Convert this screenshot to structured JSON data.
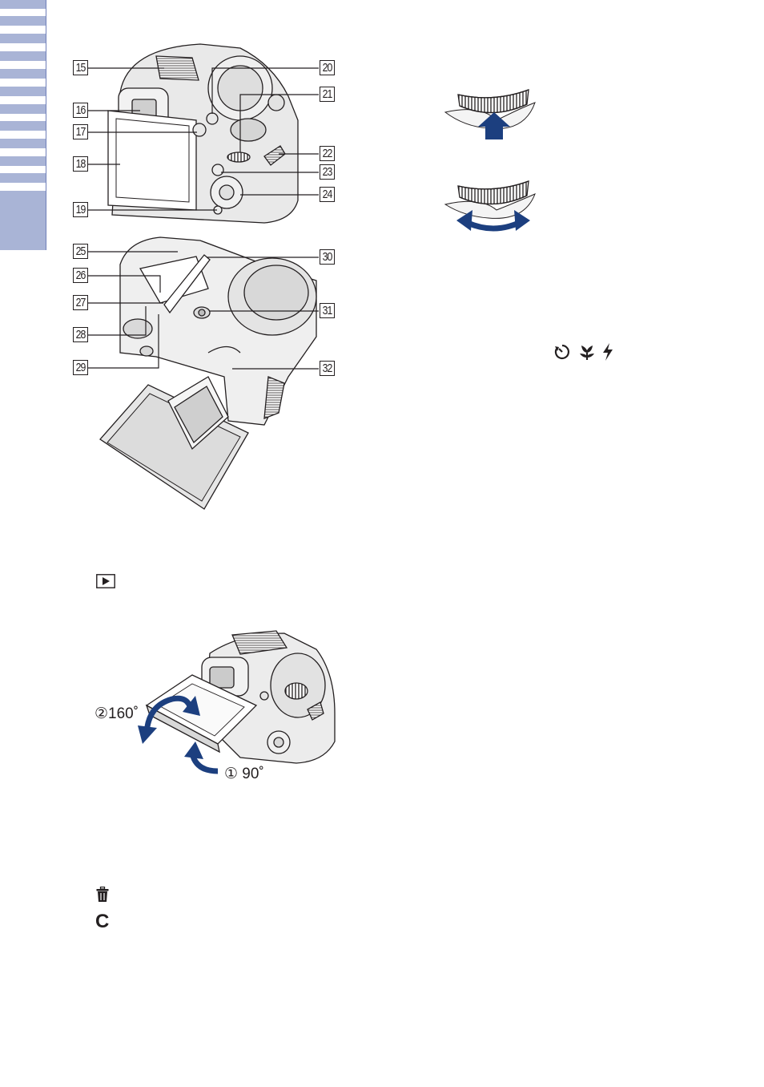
{
  "callouts": {
    "c15": "15",
    "c16": "16",
    "c17": "17",
    "c18": "18",
    "c19": "19",
    "c20": "20",
    "c21": "21",
    "c22": "22",
    "c23": "23",
    "c24": "24",
    "c25": "25",
    "c26": "26",
    "c27": "27",
    "c28": "28",
    "c29": "29",
    "c30": "30",
    "c31": "31",
    "c32": "32"
  },
  "angles": {
    "first": "① 90˚",
    "second": "②160˚"
  },
  "glyphs": {
    "c_key": "C"
  },
  "icons": [
    "playback-icon",
    "trash-icon",
    "self-timer-icon",
    "macro-icon",
    "flash-icon"
  ],
  "colors": {
    "side_tab": "#a9b4d6",
    "arrow_blue": "#1c3f7f",
    "line": "#231f20"
  }
}
